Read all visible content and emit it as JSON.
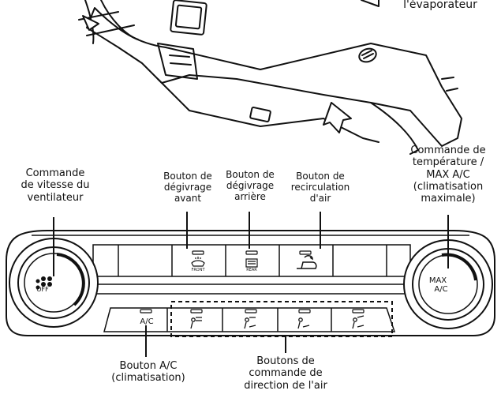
{
  "top_label": "l'évaporateur",
  "labels": {
    "fan_speed": "Commande\nde vitesse du\nventilateur",
    "front_defrost": "Bouton de\ndégivrage\navant",
    "rear_defrost": "Bouton de\ndégivrage\narrière",
    "recirculation": "Bouton de\nrecirculation\nd'air",
    "temperature": "Commande de\ntempérature /\nMAX A/C\n(climatisation\nmaximale)",
    "ac": "Bouton A/C\n(climatisation)",
    "airflow": "Boutons de\ncommande de\ndirection de l'air"
  },
  "panel": {
    "off": "OFF",
    "front": "FRONT",
    "rear": "REAR",
    "ac": "A/C",
    "max": "MAX",
    "max_ac": "A/C"
  }
}
